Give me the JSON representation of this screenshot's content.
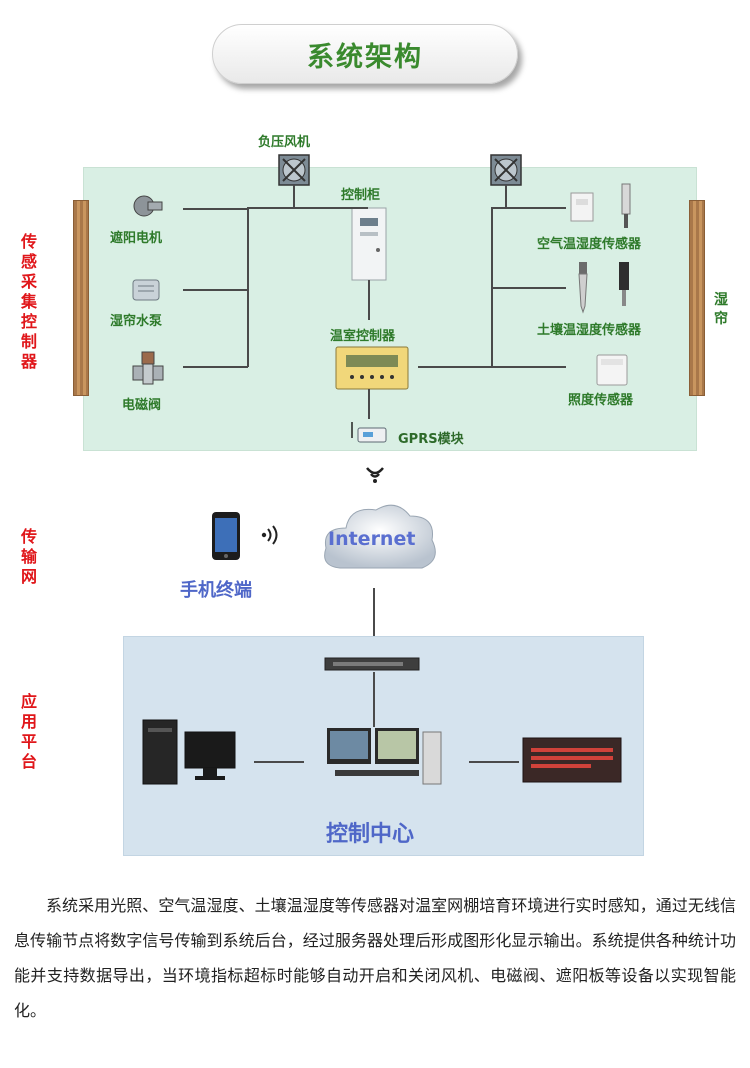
{
  "title": "系统架构",
  "side_labels": {
    "sensing": "传感采集控制器",
    "transmission": "传输网",
    "application": "应用平台"
  },
  "nodes": {
    "fan": "负压风机",
    "cabinet": "控制柜",
    "shade_motor": "遮阳电机",
    "curtain_pump": "湿帘水泵",
    "solenoid": "电磁阀",
    "controller": "温室控制器",
    "gprs": "GPRS模块",
    "air_sensor": "空气温湿度传感器",
    "soil_sensor": "土壤温湿度传感器",
    "light_sensor": "照度传感器",
    "wet_curtain": "湿帘",
    "internet": "Internet",
    "mobile": "手机终端",
    "control_center": "控制中心"
  },
  "description": "系统采用光照、空气温湿度、土壤温湿度等传感器对温室网棚培育环境进行实时感知，通过无线信息传输节点将数字信号传输到系统后台，经过服务器处理后形成图形化显示输出。系统提供各种统计功能并支持数据导出，当环境指标超标时能够自动开启和关闭风机、电磁阀、遮阳板等设备以实现智能化。",
  "colors": {
    "title_green": "#3a8a2e",
    "label_green": "#2e7a2a",
    "side_red": "#e0161a",
    "accent_blue": "#4f67c8"
  }
}
